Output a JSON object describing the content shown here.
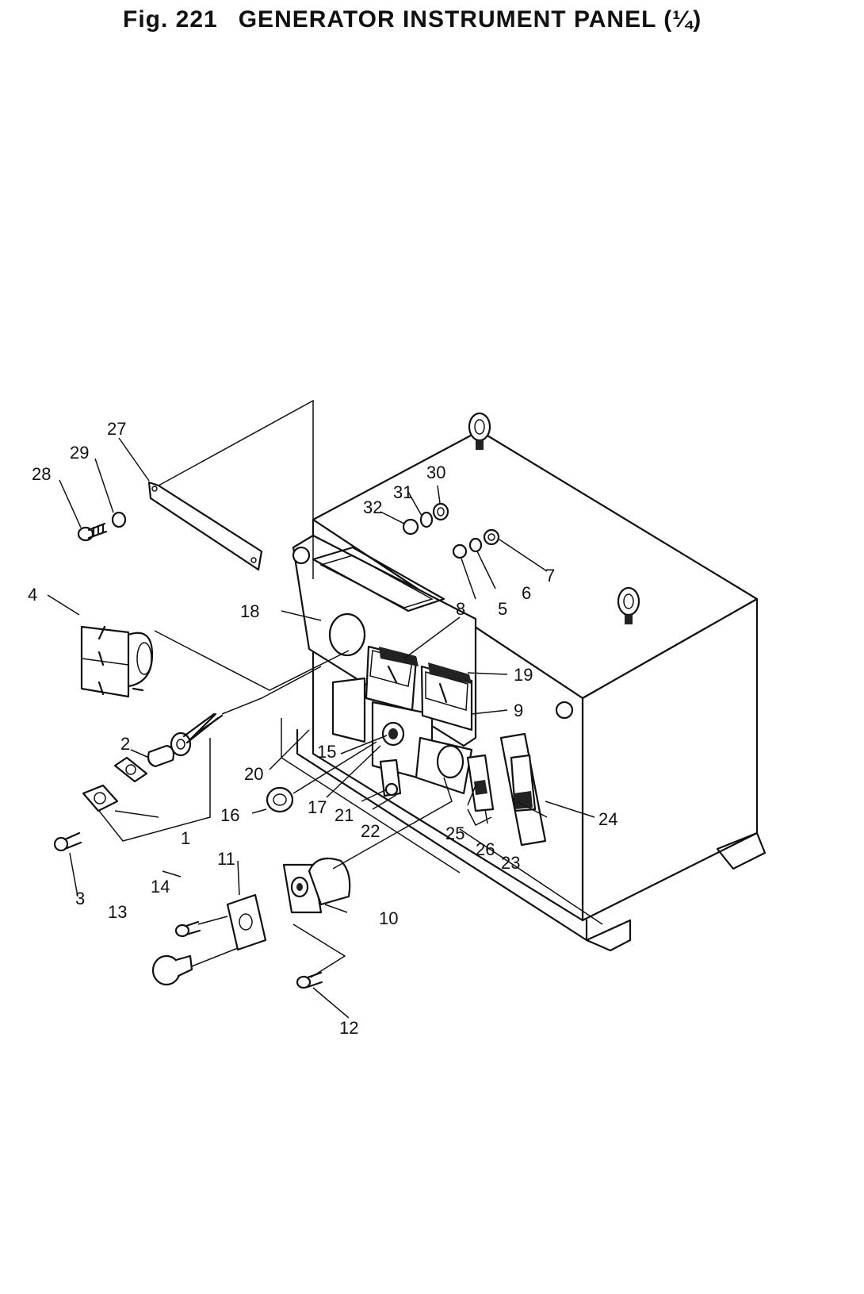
{
  "title": {
    "fig_label": "Fig. 221",
    "text": "GENERATOR INSTRUMENT PANEL (¼)"
  },
  "callouts": [
    {
      "id": "c1",
      "text": "1"
    },
    {
      "id": "c2",
      "text": "2"
    },
    {
      "id": "c3",
      "text": "3"
    },
    {
      "id": "c4",
      "text": "4"
    },
    {
      "id": "c5",
      "text": "5"
    },
    {
      "id": "c6",
      "text": "6"
    },
    {
      "id": "c7",
      "text": "7"
    },
    {
      "id": "c8",
      "text": "8"
    },
    {
      "id": "c9",
      "text": "9"
    },
    {
      "id": "c10",
      "text": "10"
    },
    {
      "id": "c11",
      "text": "11"
    },
    {
      "id": "c12",
      "text": "12"
    },
    {
      "id": "c13",
      "text": "13"
    },
    {
      "id": "c14",
      "text": "14"
    },
    {
      "id": "c15",
      "text": "15"
    },
    {
      "id": "c16",
      "text": "16"
    },
    {
      "id": "c17",
      "text": "17"
    },
    {
      "id": "c18",
      "text": "18"
    },
    {
      "id": "c19",
      "text": "19"
    },
    {
      "id": "c20",
      "text": "20"
    },
    {
      "id": "c21",
      "text": "21"
    },
    {
      "id": "c22",
      "text": "22"
    },
    {
      "id": "c23",
      "text": "23"
    },
    {
      "id": "c24",
      "text": "24"
    },
    {
      "id": "c25",
      "text": "25"
    },
    {
      "id": "c26",
      "text": "26"
    },
    {
      "id": "c27",
      "text": "27"
    },
    {
      "id": "c28",
      "text": "28"
    },
    {
      "id": "c29",
      "text": "29"
    },
    {
      "id": "c30",
      "text": "30"
    },
    {
      "id": "c31",
      "text": "31"
    },
    {
      "id": "c32",
      "text": "32"
    }
  ]
}
